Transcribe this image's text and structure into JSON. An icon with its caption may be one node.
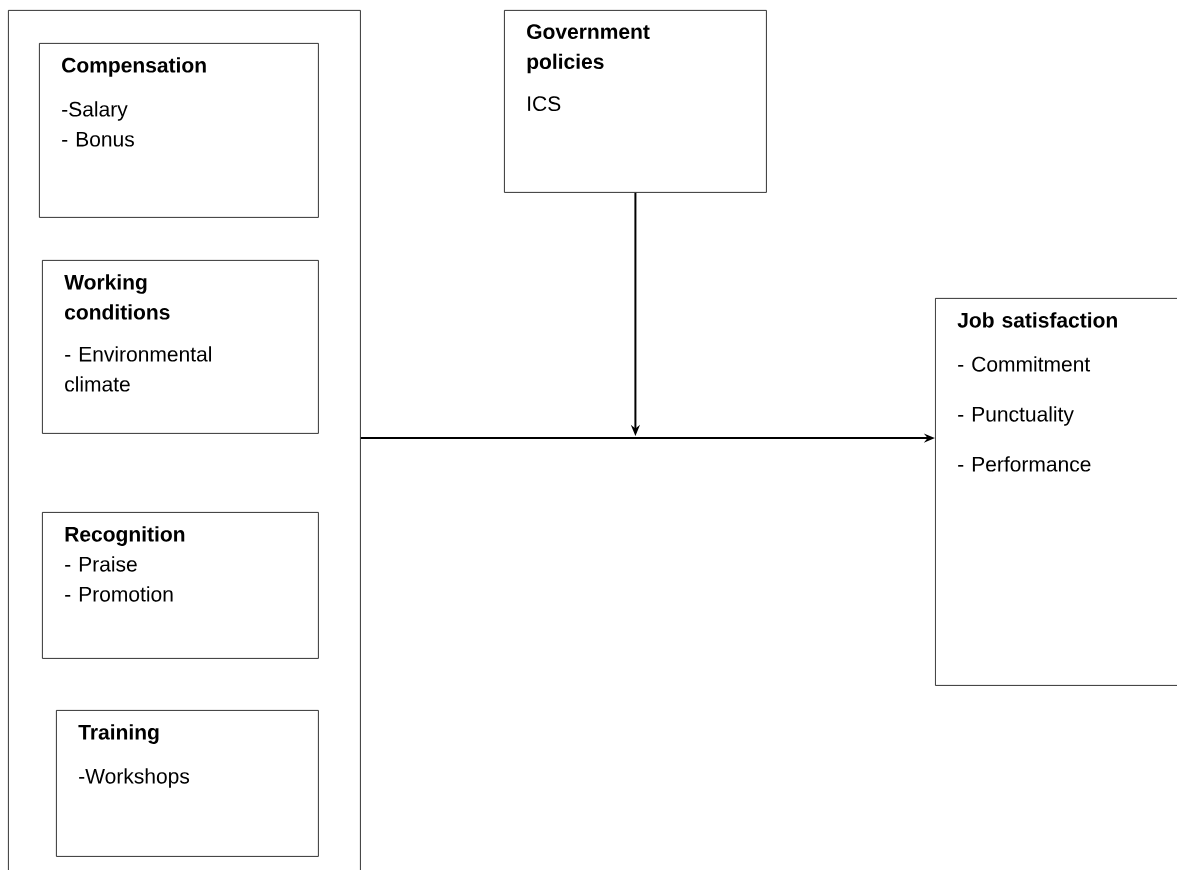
{
  "diagram": {
    "nodes": [
      {
        "text": [],
        "shape": "box"
      },
      {
        "text": [
          "Compensation",
          "-Salary",
          "- Bonus"
        ],
        "in": 0
      },
      {
        "text": [
          "Working conditions",
          "- Environmental climate"
        ],
        "in": 0
      },
      {
        "text": [
          "Recognition",
          "- Praise",
          "- Promotion"
        ],
        "in": 0
      },
      {
        "text": [
          "Training",
          "-Workshops"
        ],
        "in": 0
      },
      {
        "text": [
          "Government policies",
          "ICS"
        ]
      },
      {
        "text": [
          "Job satisfaction",
          "- Commitment",
          "- Punctuality",
          "- Performance"
        ]
      }
    ],
    "edges": [
      {
        "from": 0,
        "to": 6,
        "arrow": "to"
      },
      {
        "from": 5,
        "to": null,
        "arrow": "to"
      }
    ]
  }
}
